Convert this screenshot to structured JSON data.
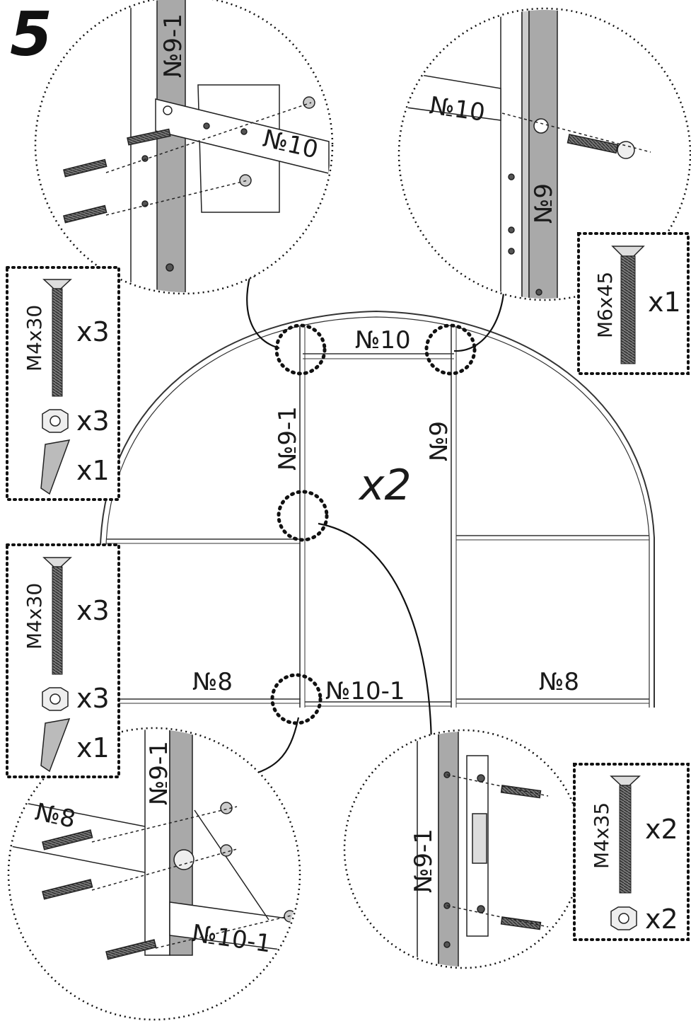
{
  "step_number": "5",
  "main": {
    "multiplier": "x2",
    "labels": {
      "p10_top": "№10",
      "p9_1": "№9-1",
      "p9": "№9",
      "p8_left": "№8",
      "p10_1": "№10-1",
      "p8_right": "№8"
    }
  },
  "details": {
    "top_left": {
      "labels": [
        "№9-1",
        "№10"
      ]
    },
    "top_right": {
      "labels": [
        "№10",
        "№9"
      ]
    },
    "bottom_left": {
      "labels": [
        "№8",
        "№9-1",
        "№10-1"
      ]
    },
    "bottom_right": {
      "labels": [
        "№9-1"
      ]
    }
  },
  "hardware": {
    "box_top_left": {
      "items": [
        {
          "icon": "bolt-icon",
          "label": "M4x30",
          "qty": "x3"
        },
        {
          "icon": "nut-icon",
          "qty": "x3"
        },
        {
          "icon": "plate-icon",
          "qty": "x1"
        }
      ]
    },
    "box_mid_left": {
      "items": [
        {
          "icon": "bolt-icon",
          "label": "M4x30",
          "qty": "x3"
        },
        {
          "icon": "nut-icon",
          "qty": "x3"
        },
        {
          "icon": "plate-icon",
          "qty": "x1"
        }
      ]
    },
    "box_right_top": {
      "items": [
        {
          "icon": "bolt-icon",
          "label": "M6x45",
          "qty": "x1"
        }
      ]
    },
    "box_right_bottom": {
      "items": [
        {
          "icon": "bolt-icon",
          "label": "M4x35",
          "qty": "x2"
        },
        {
          "icon": "nut-icon",
          "qty": "x2"
        }
      ]
    }
  },
  "colors": {
    "ink": "#1a1a1a",
    "profile_fill": "#a9a9a9",
    "watermark": "#e6e6e6"
  }
}
